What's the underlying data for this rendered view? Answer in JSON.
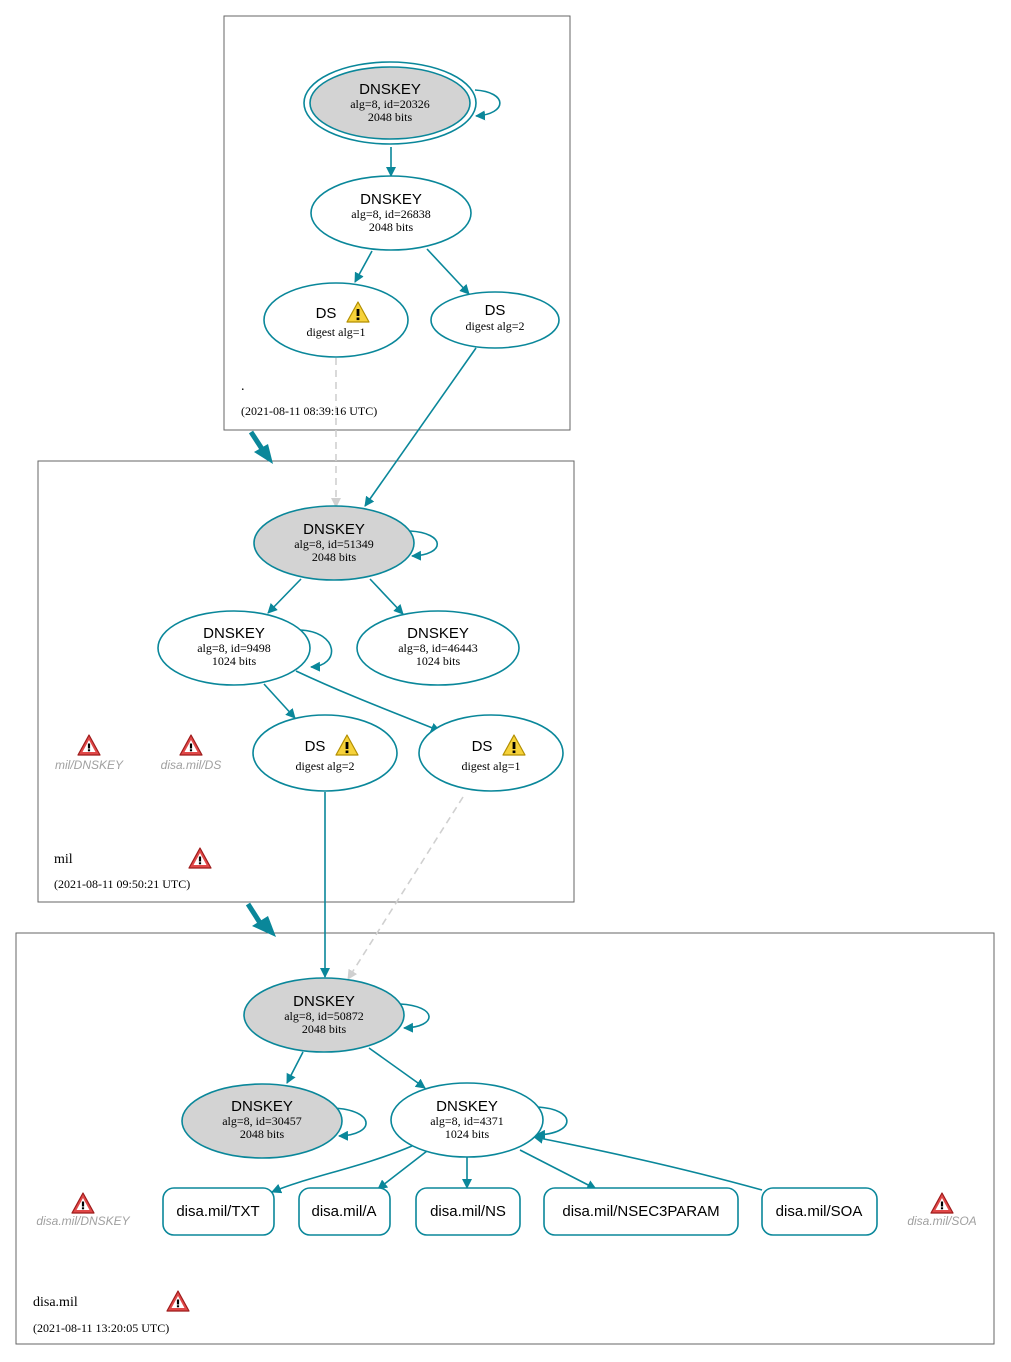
{
  "zones": {
    "root": {
      "name": ".",
      "timestamp": "(2021-08-11 08:39:16 UTC)"
    },
    "mil": {
      "name": "mil",
      "timestamp": "(2021-08-11 09:50:21 UTC)"
    },
    "disa": {
      "name": "disa.mil",
      "timestamp": "(2021-08-11 13:20:05 UTC)"
    }
  },
  "nodes": {
    "root_ksk": {
      "title": "DNSKEY",
      "line1": "alg=8, id=20326",
      "line2": "2048 bits"
    },
    "root_zsk": {
      "title": "DNSKEY",
      "line1": "alg=8, id=26838",
      "line2": "2048 bits"
    },
    "root_ds1": {
      "title": "DS",
      "line1": "digest alg=1"
    },
    "root_ds2": {
      "title": "DS",
      "line1": "digest alg=2"
    },
    "mil_ksk": {
      "title": "DNSKEY",
      "line1": "alg=8, id=51349",
      "line2": "2048 bits"
    },
    "mil_zsk1": {
      "title": "DNSKEY",
      "line1": "alg=8, id=9498",
      "line2": "1024 bits"
    },
    "mil_zsk2": {
      "title": "DNSKEY",
      "line1": "alg=8, id=46443",
      "line2": "1024 bits"
    },
    "mil_ds2": {
      "title": "DS",
      "line1": "digest alg=2"
    },
    "mil_ds1": {
      "title": "DS",
      "line1": "digest alg=1"
    },
    "disa_ksk": {
      "title": "DNSKEY",
      "line1": "alg=8, id=50872",
      "line2": "2048 bits"
    },
    "disa_ksk2": {
      "title": "DNSKEY",
      "line1": "alg=8, id=30457",
      "line2": "2048 bits"
    },
    "disa_zsk": {
      "title": "DNSKEY",
      "line1": "alg=8, id=4371",
      "line2": "1024 bits"
    }
  },
  "records": {
    "txt": "disa.mil/TXT",
    "a": "disa.mil/A",
    "ns": "disa.mil/NS",
    "nsec3param": "disa.mil/NSEC3PARAM",
    "soa": "disa.mil/SOA"
  },
  "errors": {
    "mil_dnskey": "mil/DNSKEY",
    "disa_ds": "disa.mil/DS",
    "disa_dnskey": "disa.mil/DNSKEY",
    "disa_soa": "disa.mil/SOA"
  },
  "colors": {
    "edge": "#0a879a",
    "dashed": "#d0d0d0",
    "ksk_fill": "#d3d3d3",
    "error_red": "#cc2b2b",
    "warning_yellow": "#f1c40f",
    "muted_text": "#a0a0a0"
  }
}
